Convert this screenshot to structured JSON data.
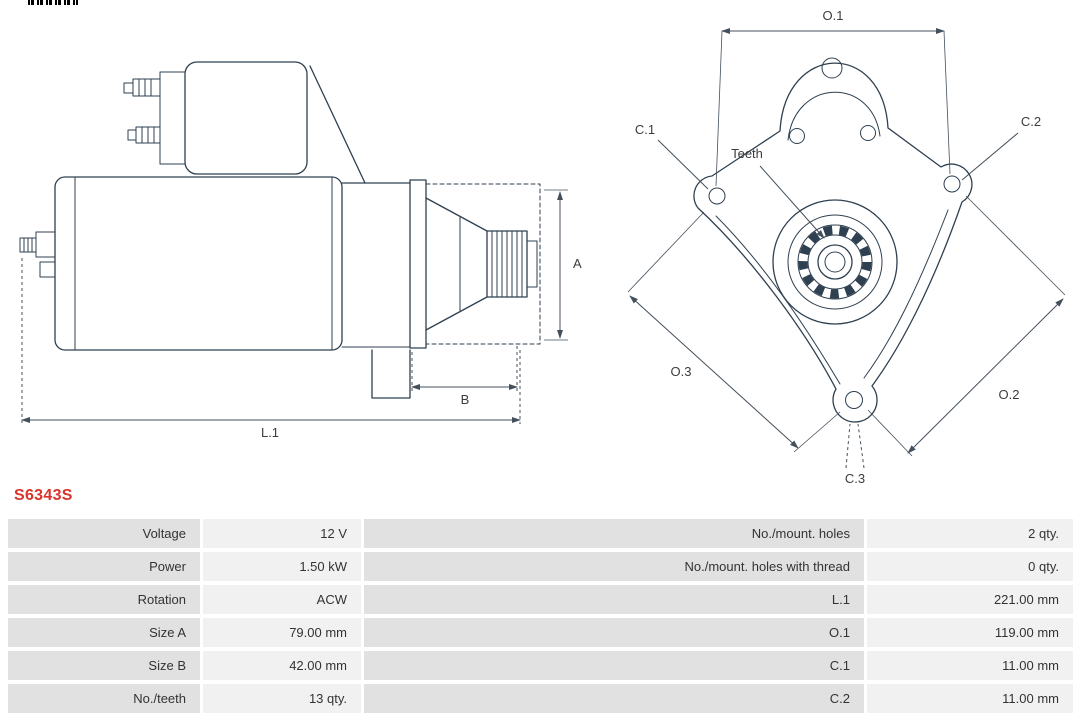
{
  "part_number": "S6343S",
  "colors": {
    "part_number_red": "#d9342b",
    "drawing_line": "#2f4050",
    "table_label_bg": "#e1e1e1",
    "table_value_bg": "#f1f1f1"
  },
  "drawing": {
    "side_view": {
      "dim_a": "A",
      "dim_b": "B",
      "dim_l1": "L.1"
    },
    "front_view": {
      "dim_o1": "O.1",
      "dim_o2": "O.2",
      "dim_o3": "O.3",
      "dim_c1": "C.1",
      "dim_c2": "C.2",
      "dim_c3": "C.3",
      "teeth": "Teeth"
    }
  },
  "table": {
    "rows": [
      {
        "l_label": "Voltage",
        "l_value": "12 V",
        "r_label": "No./mount. holes",
        "r_value": "2 qty."
      },
      {
        "l_label": "Power",
        "l_value": "1.50 kW",
        "r_label": "No./mount. holes with thread",
        "r_value": "0 qty."
      },
      {
        "l_label": "Rotation",
        "l_value": "ACW",
        "r_label": "L.1",
        "r_value": "221.00 mm"
      },
      {
        "l_label": "Size A",
        "l_value": "79.00 mm",
        "r_label": "O.1",
        "r_value": "119.00 mm"
      },
      {
        "l_label": "Size B",
        "l_value": "42.00 mm",
        "r_label": "C.1",
        "r_value": "11.00 mm"
      },
      {
        "l_label": "No./teeth",
        "l_value": "13 qty.",
        "r_label": "C.2",
        "r_value": "11.00 mm"
      }
    ]
  }
}
